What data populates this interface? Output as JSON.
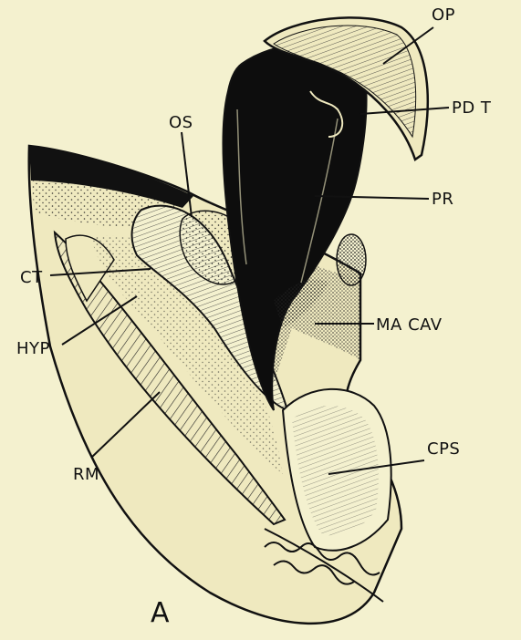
{
  "figure": {
    "panel_letter": "A",
    "labels": {
      "op": "OP",
      "pdt": "PD T",
      "os": "OS",
      "pr": "PR",
      "ct": "CT",
      "macav": "MA CAV",
      "hyp": "HYP",
      "cps": "CPS",
      "rm": "RM"
    },
    "colors": {
      "background": "#f4f1cf",
      "ink": "#111111",
      "tissue": "#efe9bf"
    }
  }
}
